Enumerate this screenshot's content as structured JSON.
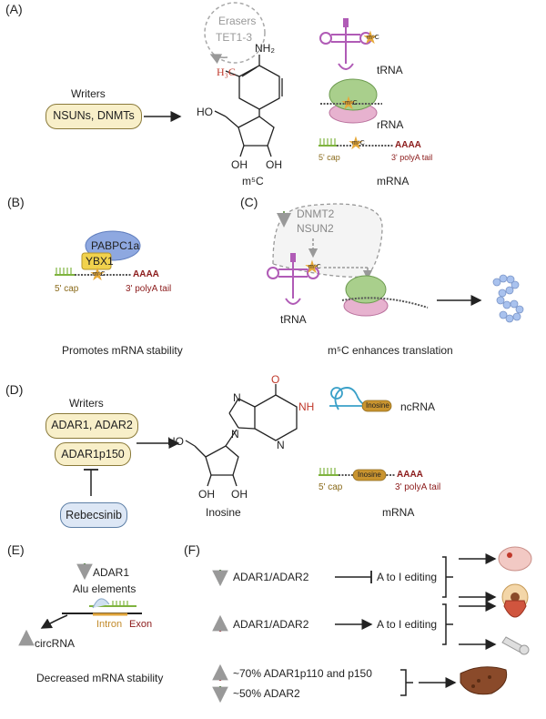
{
  "panelA": {
    "label": "(A)",
    "erasers_title": "Erasers",
    "erasers_enzymes": "TET1-3",
    "writers_title": "Writers",
    "writers_enzymes": "NSUNs, DNMTs",
    "molecule_name": "m⁵C",
    "methyl_group": "H₃C",
    "amine_group": "NH₂",
    "oh_top": "HO",
    "oh_left": "OH",
    "oh_right": "OH",
    "mark": "m⁵C",
    "trna": "tRNA",
    "rrna": "rRNA",
    "mrna": "mRNA",
    "cap": "5' cap",
    "polya": "AAAA",
    "tail": "3' polyA tail"
  },
  "panelB": {
    "label": "(B)",
    "pabpc": "PABPC1a",
    "ybx": "YBX1",
    "mark": "m⁵C",
    "polya": "AAAA",
    "cap": "5' cap",
    "tail": "3' polyA tail",
    "caption": "Promotes mRNA stability"
  },
  "panelC": {
    "label": "(C)",
    "enzyme1": "DNMT2",
    "enzyme2": "NSUN2",
    "mark": "m⁵C",
    "trna": "tRNA",
    "caption": "m⁵C enhances translation"
  },
  "panelD": {
    "label": "(D)",
    "writers_title": "Writers",
    "writer1": "ADAR1, ADAR2",
    "writer2": "ADAR1p150",
    "inhibitor": "Rebecsinib",
    "molecule_name": "Inosine",
    "carbonyl": "O",
    "nh": "NH",
    "n_left_top": "N",
    "n_left_bottom": "N",
    "n_right": "N",
    "oh_top": "HO",
    "oh_left": "OH",
    "oh_right": "OH",
    "inosine_tag": "Inosine",
    "ncrna": "ncRNA",
    "mrna": "mRNA",
    "cap": "5' cap",
    "polya": "AAAA",
    "tail": "3' polyA tail"
  },
  "panelE": {
    "label": "(E)",
    "adar": "ADAR1",
    "alu": "Alu elements",
    "intron": "Intron",
    "exon": "Exon",
    "circ": "circRNA",
    "caption": "Decreased mRNA stability"
  },
  "panelF": {
    "label": "(F)",
    "row1": "ADAR1/ADAR2",
    "row1_effect": "A to I editing",
    "row2": "ADAR1/ADAR2",
    "row2_effect": "A to I editing",
    "row3": "~70% ADAR1p110 and p150",
    "row4": "~50% ADAR2"
  },
  "colors": {
    "up_arrow": "#a8323a",
    "down_arrow": "#3f7a2c",
    "star": "#e6a93a",
    "trna": "#b05bb6",
    "rrna_green": "#a9cf8c",
    "rrna_pink": "#e7b2cf",
    "polya": "#8b1a1a"
  }
}
